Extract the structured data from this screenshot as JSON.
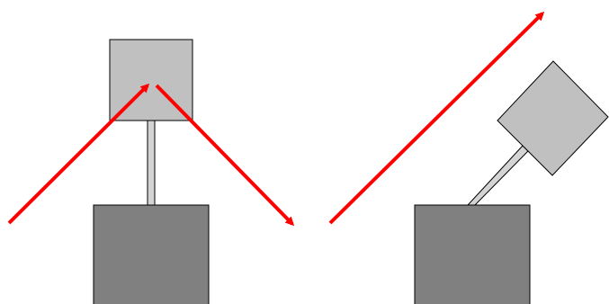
{
  "diagram": {
    "panels": [
      {
        "id": "left",
        "state": "upright",
        "beam": "reflected"
      },
      {
        "id": "right",
        "state": "tilted",
        "beam": "passes"
      }
    ],
    "colors": {
      "background": "#ffffff",
      "base": "#808080",
      "mirror": "#c0c0c0",
      "stem": "#d4d4d4",
      "outline": "#000000",
      "beam": "#ff0000"
    }
  }
}
